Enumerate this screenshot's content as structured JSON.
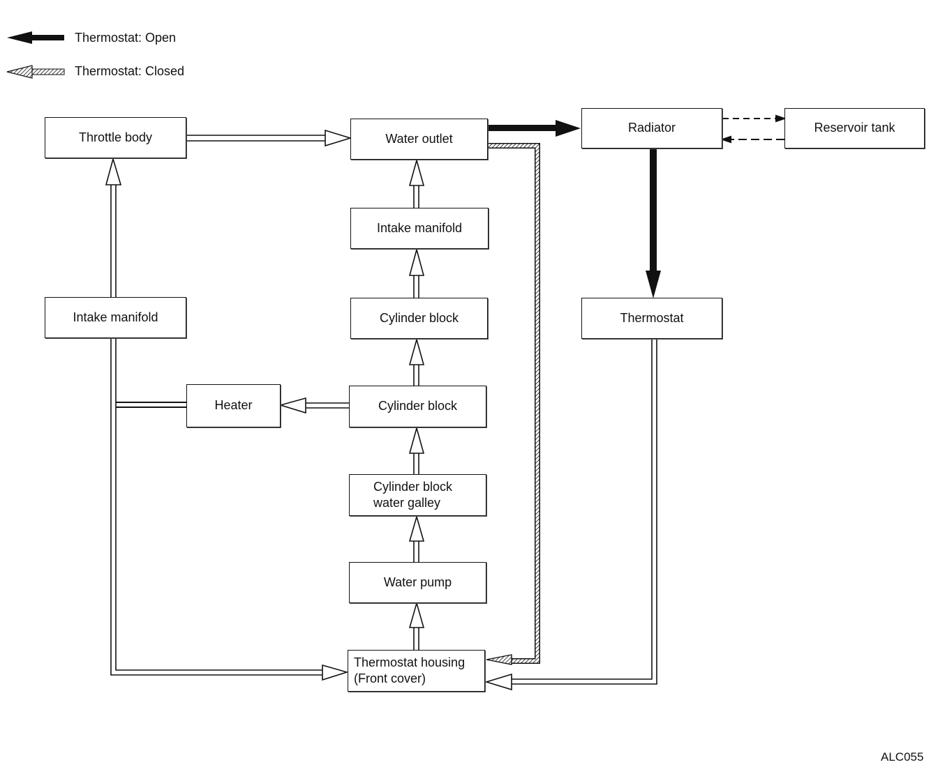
{
  "legend": {
    "open_label": "Thermostat:  Open",
    "closed_label": "Thermostat:  Closed"
  },
  "boxes": {
    "throttle_body": "Throttle body",
    "water_outlet": "Water outlet",
    "radiator": "Radiator",
    "reservoir_tank": "Reservoir tank",
    "intake_manifold_center": "Intake manifold",
    "intake_manifold_left": "Intake manifold",
    "cylinder_block_upper": "Cylinder block",
    "cylinder_block_lower": "Cylinder block",
    "heater": "Heater",
    "cylinder_block_water_galley_line1": "Cylinder block",
    "cylinder_block_water_galley_line2": "water galley",
    "water_pump": "Water pump",
    "thermostat": "Thermostat",
    "thermostat_housing_line1": "Thermostat housing",
    "thermostat_housing_line2": "(Front cover)"
  },
  "figure_code": "ALC055"
}
